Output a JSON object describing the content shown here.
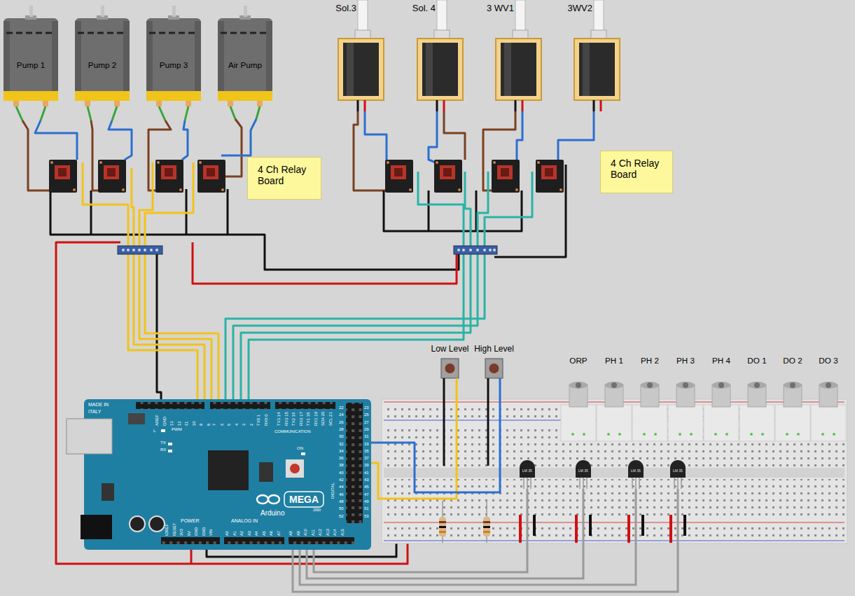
{
  "diagram": {
    "nodes": [
      {
        "text": [
          "Pump 1"
        ]
      },
      {
        "text": [
          "Pump 2"
        ]
      },
      {
        "text": [
          "Pump 3"
        ]
      },
      {
        "text": [
          "Air Pump"
        ]
      },
      {
        "text": [
          "Sol.3"
        ]
      },
      {
        "text": [
          "Sol. 4"
        ]
      },
      {
        "text": [
          "3 WV1"
        ]
      },
      {
        "text": [
          "3WV2"
        ]
      },
      {
        "text": [
          "4 Ch Relay Board"
        ]
      },
      {
        "text": [
          "4 Ch Relay Board"
        ]
      },
      {
        "text": [
          "Low Level"
        ]
      },
      {
        "text": [
          "High Level"
        ]
      },
      {
        "text": [
          "ORP"
        ]
      },
      {
        "text": [
          "PH 1"
        ]
      },
      {
        "text": [
          "PH 2"
        ]
      },
      {
        "text": [
          "PH 3"
        ]
      },
      {
        "text": [
          "PH 4"
        ]
      },
      {
        "text": [
          "DO 1"
        ]
      },
      {
        "text": [
          "DO 2"
        ]
      },
      {
        "text": [
          "DO 3"
        ]
      },
      {
        "text": [
          "Arduino",
          "MEGA"
        ]
      }
    ],
    "edges": [
      {
        "from": 10,
        "to": 20,
        "arrow": "none"
      },
      {
        "from": 11,
        "to": 20,
        "arrow": "none"
      }
    ],
    "labels": [
      "MADE IN",
      "ITALY",
      "PWM",
      "L",
      "TX",
      "RX",
      "COMMUNICATION",
      "ON",
      "2560",
      "DIGITAL",
      "POWER",
      "ANALOG IN",
      "AREF",
      "GND",
      "13",
      "12",
      "11",
      "10",
      "9",
      "8",
      "7",
      "6",
      "5",
      "4",
      "3",
      "2",
      "TX0 1",
      "RX0 0",
      "TX3 14",
      "RX3 15",
      "TX2 16",
      "RX2 17",
      "TX1 18",
      "RX1 19",
      "SDA 20",
      "SCL 21",
      "22",
      "23",
      "24",
      "25",
      "26",
      "27",
      "28",
      "29",
      "30",
      "31",
      "32",
      "33",
      "34",
      "35",
      "36",
      "37",
      "38",
      "39",
      "40",
      "41",
      "42",
      "43",
      "44",
      "45",
      "46",
      "47",
      "48",
      "49",
      "50",
      "51",
      "52",
      "53",
      "IOREF",
      "RESET",
      "3V3",
      "5V",
      "GND",
      "GND",
      "VIN",
      "A0",
      "A1",
      "A2",
      "A3",
      "A4",
      "A5",
      "A6",
      "A7",
      "A8",
      "A9",
      "A10",
      "A11",
      "A12",
      "A13",
      "A14",
      "A15",
      "LM 35",
      "LM 35",
      "LM 35",
      "LM 35"
    ]
  }
}
